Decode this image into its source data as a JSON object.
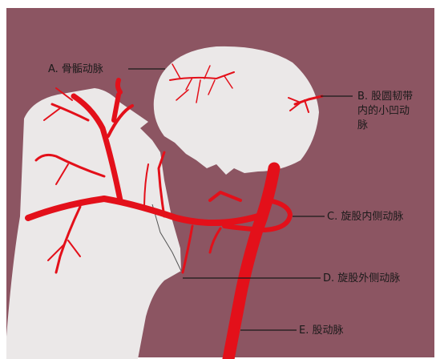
{
  "labels": {
    "a": "A. 骨骺动脉",
    "b_line1": "B. 股圆韧带",
    "b_line2": "内的小凹动",
    "b_line3": "脉",
    "c": "C. 旋股内侧动脉",
    "d": "D. 旋股外侧动脉",
    "e": "E. 股动脉"
  },
  "colors": {
    "background": "#8c5562",
    "bone": "#ebe8e8",
    "artery": "#e3101a",
    "leader_line": "#1a1a1a"
  }
}
